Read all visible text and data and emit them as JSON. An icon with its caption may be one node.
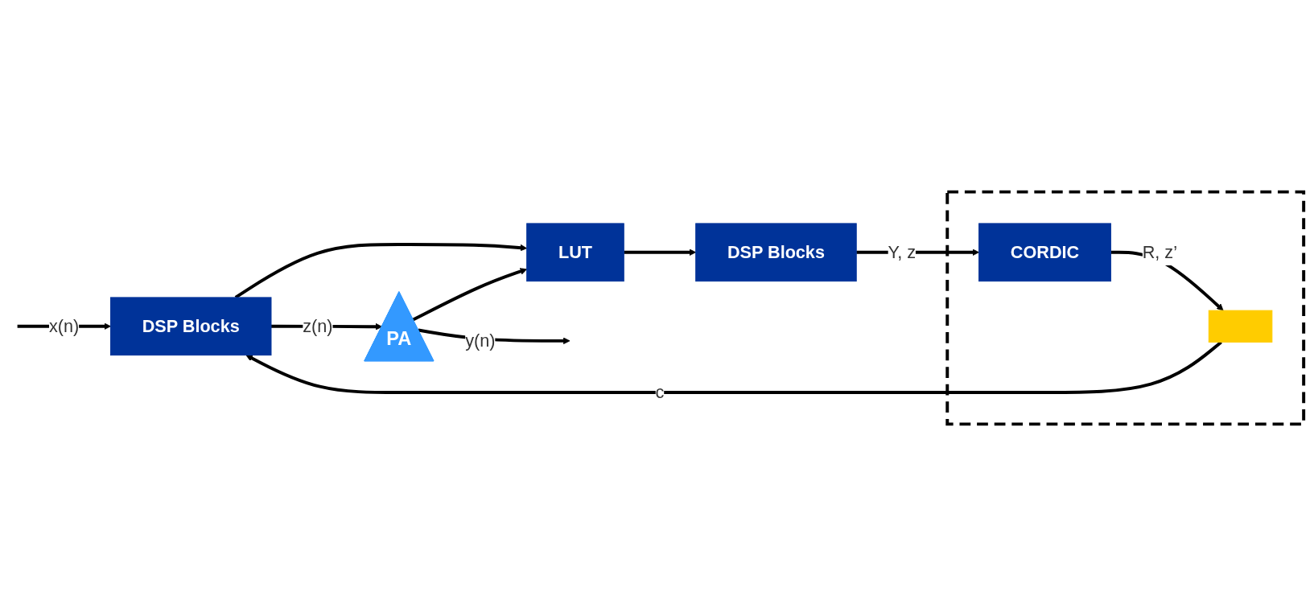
{
  "diagram": {
    "nodes": [
      {
        "text": [
          "DSP Blocks"
        ]
      },
      {
        "text": [
          "PA"
        ]
      },
      {
        "text": [
          "LUT"
        ]
      },
      {
        "text": [],
        "shape": "box"
      },
      {
        "text": [
          "CORDIC"
        ],
        "in": 3
      },
      {
        "text": [],
        "shape": "box",
        "in": 3
      },
      {
        "text": [
          "DSP Blocks"
        ]
      }
    ],
    "edges": [
      {
        "from": null,
        "to": 0,
        "arrow": "to",
        "label": "x(n)"
      },
      {
        "from": 0,
        "to": 1,
        "arrow": "to",
        "label": "z(n)"
      },
      {
        "from": 1,
        "to": null,
        "arrow": "to",
        "label": "y(n)"
      },
      {
        "from": 0,
        "to": 2,
        "arrow": "to"
      },
      {
        "from": 1,
        "to": 2,
        "arrow": "to"
      },
      {
        "from": 2,
        "to": 6,
        "arrow": "to"
      },
      {
        "from": 6,
        "to": 4,
        "arrow": "to",
        "label": "Y, z"
      },
      {
        "from": 4,
        "to": 5,
        "arrow": "to",
        "label": "R, z’"
      },
      {
        "from": 5,
        "to": 0,
        "arrow": "to",
        "label": "c"
      }
    ]
  }
}
